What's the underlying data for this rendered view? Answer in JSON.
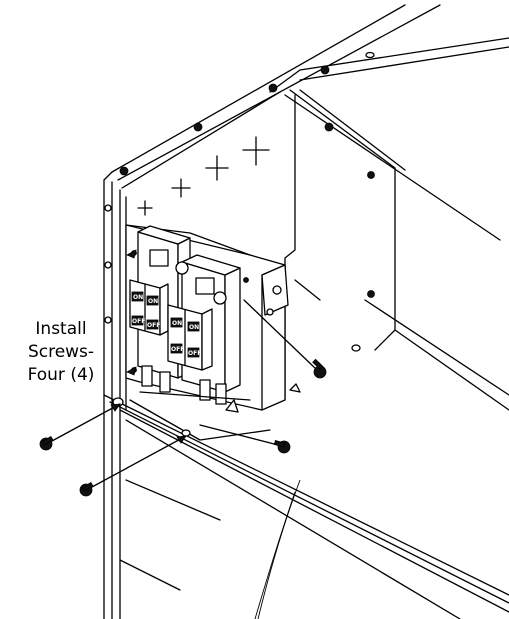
{
  "callout": {
    "lines": [
      "Install",
      "Screws-",
      "Four (4)"
    ]
  },
  "breakers": {
    "on_label": "ON",
    "off_label": "OFF"
  }
}
